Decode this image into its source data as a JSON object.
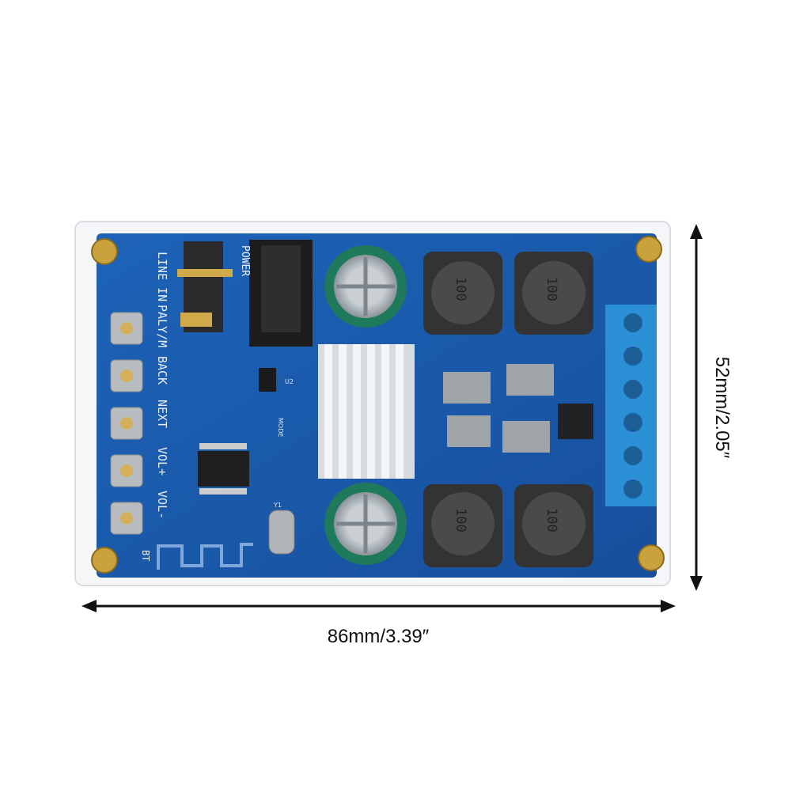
{
  "dimensions": {
    "height_label": "52mm/2.05″",
    "width_label": "86mm/3.39″"
  },
  "board": {
    "silkscreen": {
      "line_in": "LINE IN",
      "play": "PALY/M",
      "back": "BACK",
      "next": "NEXT",
      "vol_up": "VOL+",
      "vol_down": "VOL-",
      "power": "POWER",
      "bt": "BT",
      "mode": "MODE",
      "u2": "U2",
      "y1": "Y1"
    },
    "inductor_marking": "100",
    "colors": {
      "pcb": "#1a5fb4",
      "terminal": "#2b8fd6",
      "capacitor": "#1e7a5a"
    }
  }
}
